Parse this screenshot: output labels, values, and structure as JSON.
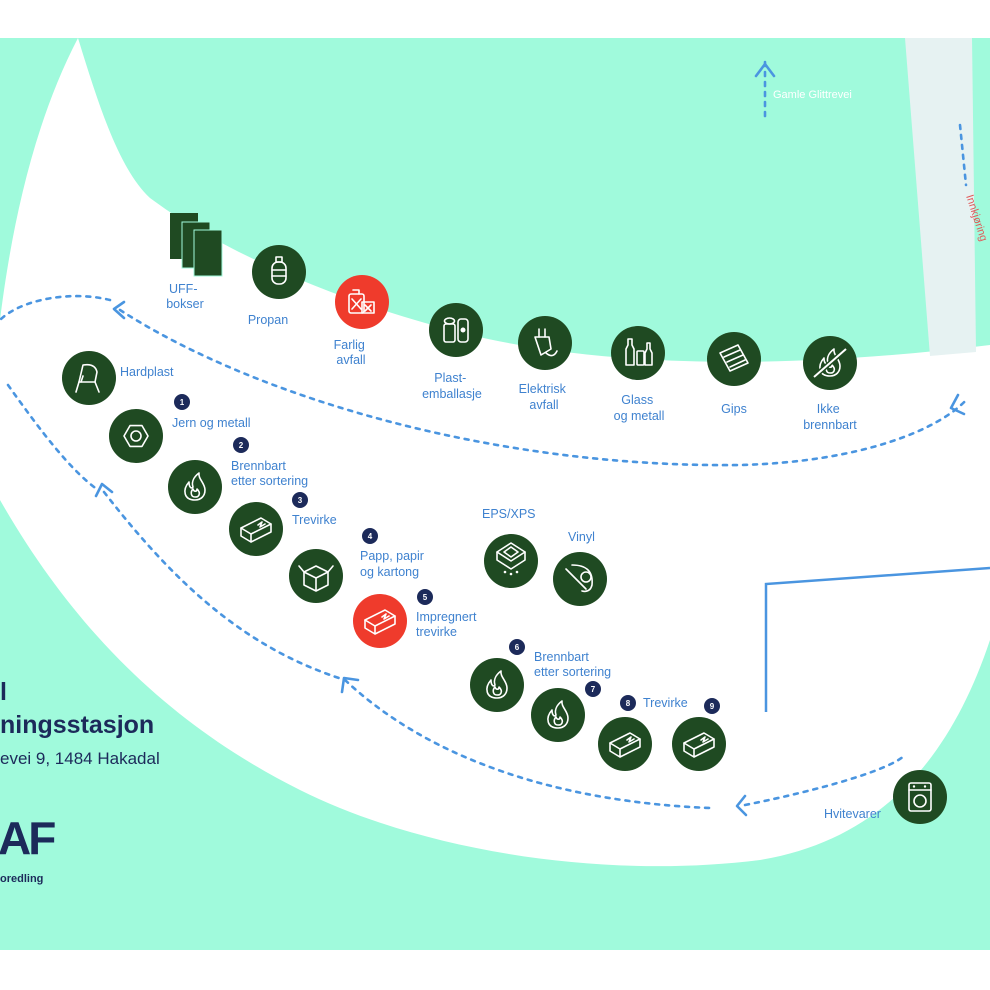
{
  "colors": {
    "grass": "#a0fadc",
    "road": "#ffffff",
    "entry_road": "#e6f2f2",
    "station_dark": "#1f4a22",
    "station_hazard": "#ef3b2c",
    "label_blue": "#3f82cf",
    "badge_navy": "#1c2a5a",
    "title_navy": "#1c2a5a",
    "dotted_route": "#4a95e0",
    "entry_label_red": "#e05a5a"
  },
  "road_labels": {
    "gamle_gjerdrumsvei": "Gamle Glittrevei",
    "innkjoring": "Innkjøring"
  },
  "stations": [
    {
      "id": "uff",
      "label_lines": [
        "UFF-",
        "bokser"
      ],
      "icon": "uff-boxes-icon"
    },
    {
      "id": "propan",
      "label_lines": [
        "Propan"
      ],
      "icon": "gas-cylinder-icon"
    },
    {
      "id": "farlig",
      "label_lines": [
        "Farlig",
        "avfall"
      ],
      "icon": "hazardous-waste-icon"
    },
    {
      "id": "plast",
      "label_lines": [
        "Plast-",
        "emballasje"
      ],
      "icon": "plastic-packaging-icon"
    },
    {
      "id": "elektrisk",
      "label_lines": [
        "Elektrisk",
        "avfall"
      ],
      "icon": "electric-plug-icon"
    },
    {
      "id": "glass",
      "label_lines": [
        "Glass",
        "og metall"
      ],
      "icon": "glass-bottles-icon"
    },
    {
      "id": "gips",
      "label_lines": [
        "Gips"
      ],
      "icon": "plasterboard-icon"
    },
    {
      "id": "ikke",
      "label_lines": [
        "Ikke",
        "brennbart"
      ],
      "icon": "no-fire-icon"
    },
    {
      "id": "hardplast",
      "label_lines": [
        "Hardplast"
      ],
      "icon": "plastic-chair-icon"
    },
    {
      "id": "jern",
      "number": "1",
      "label_lines": [
        "Jern og metall"
      ],
      "icon": "hex-nut-icon"
    },
    {
      "id": "brennbart1",
      "number": "2",
      "label_lines": [
        "Brennbart",
        "etter sortering"
      ],
      "icon": "flame-icon"
    },
    {
      "id": "trevirke1",
      "number": "3",
      "label_lines": [
        "Trevirke"
      ],
      "icon": "wood-plank-icon"
    },
    {
      "id": "papp",
      "number": "4",
      "label_lines": [
        "Papp, papir",
        "og kartong"
      ],
      "icon": "cardboard-box-icon"
    },
    {
      "id": "impregnert",
      "number": "5",
      "label_lines": [
        "Impregnert",
        "trevirke"
      ],
      "icon": "wood-plank-icon"
    },
    {
      "id": "eps",
      "label_lines": [
        "EPS/XPS"
      ],
      "icon": "eps-foam-icon"
    },
    {
      "id": "vinyl",
      "label_lines": [
        "Vinyl"
      ],
      "icon": "vinyl-roll-icon"
    },
    {
      "id": "brennbart2",
      "number": "6",
      "label_lines": [
        "Brennbart",
        "etter sortering"
      ],
      "icon": "flame-icon"
    },
    {
      "id": "brennbart3",
      "number": "7",
      "label_lines": [],
      "icon": "flame-icon"
    },
    {
      "id": "trevirke2",
      "number": "8",
      "label_lines": [
        "Trevirke"
      ],
      "icon": "wood-plank-icon"
    },
    {
      "id": "trevirke3",
      "number": "9",
      "label_lines": [],
      "icon": "wood-plank-icon"
    },
    {
      "id": "hvitevarer",
      "label_lines": [
        "Hvitevarer"
      ],
      "icon": "washing-machine-icon"
    }
  ],
  "title": {
    "line1": "l",
    "line2": "ningsstasjon",
    "address": "evei 9, 1484 Hakadal"
  },
  "logo": {
    "mark": "AF",
    "tagline": "oredling"
  }
}
